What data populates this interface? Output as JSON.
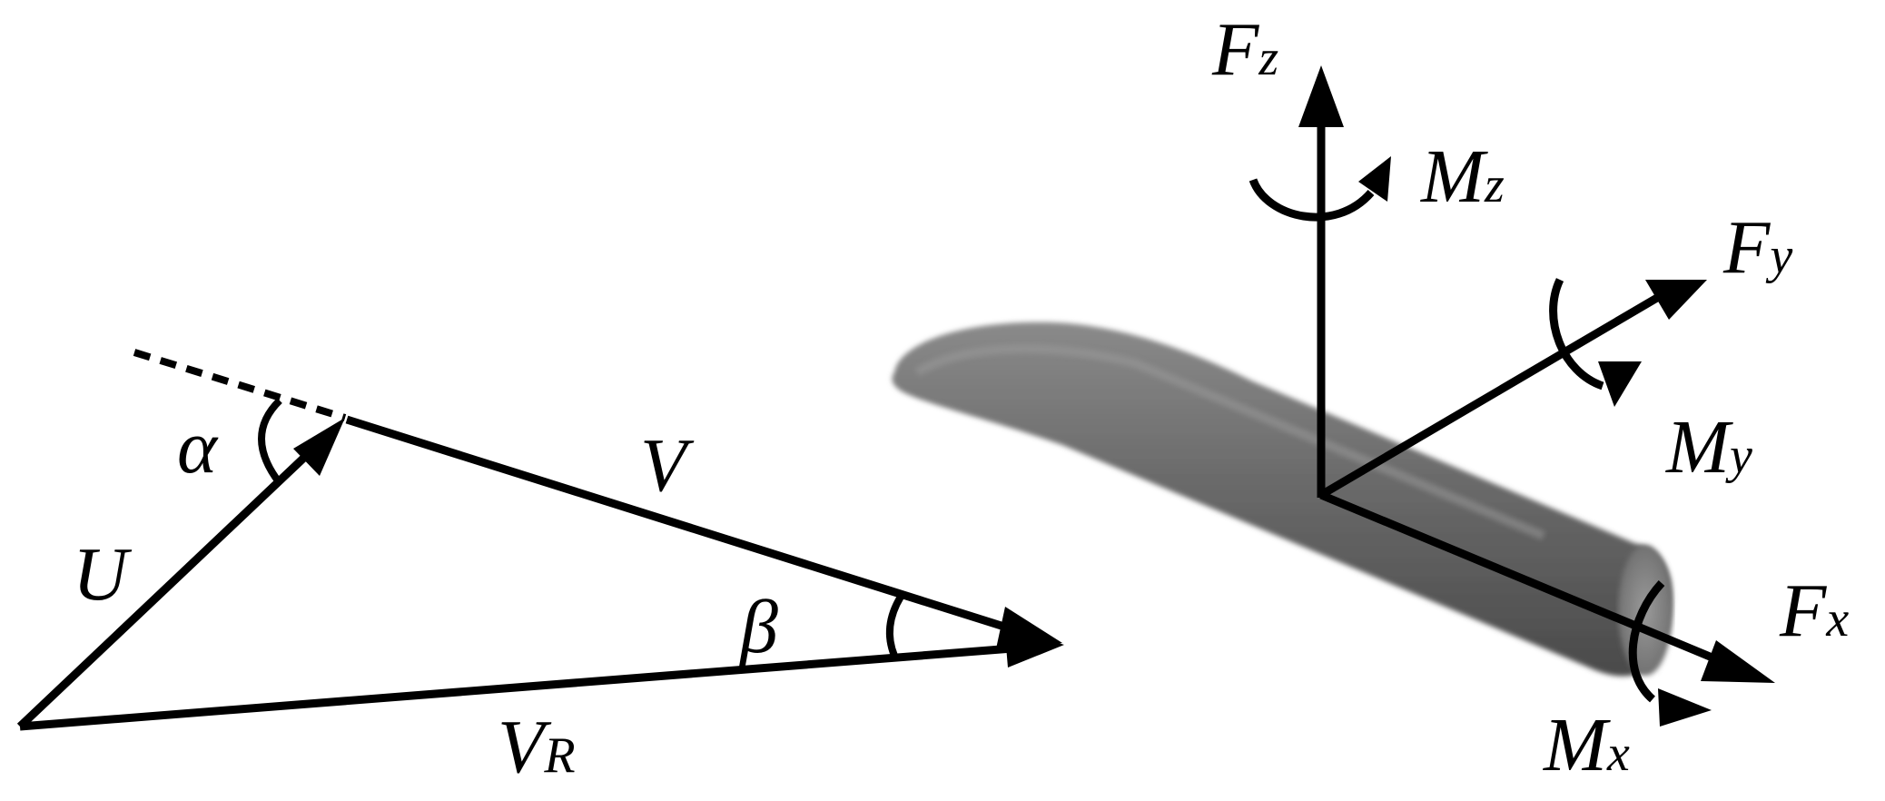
{
  "velocity_triangle": {
    "labels": {
      "alpha": "α",
      "beta": "β",
      "U": "U",
      "V": "V",
      "VR_main": "V",
      "VR_sub": "R"
    }
  },
  "body_axes": {
    "labels": {
      "Fz_main": "F",
      "Fz_sub": "z",
      "Mz_main": "M",
      "Mz_sub": "z",
      "Fy_main": "F",
      "Fy_sub": "y",
      "My_main": "M",
      "My_sub": "y",
      "Fx_main": "F",
      "Fx_sub": "x",
      "Mx_main": "M",
      "Mx_sub": "x"
    }
  },
  "colors": {
    "ink": "#000000",
    "hull": "#6f6f6f",
    "hull_dark": "#4f4f4f",
    "background": "#ffffff"
  }
}
